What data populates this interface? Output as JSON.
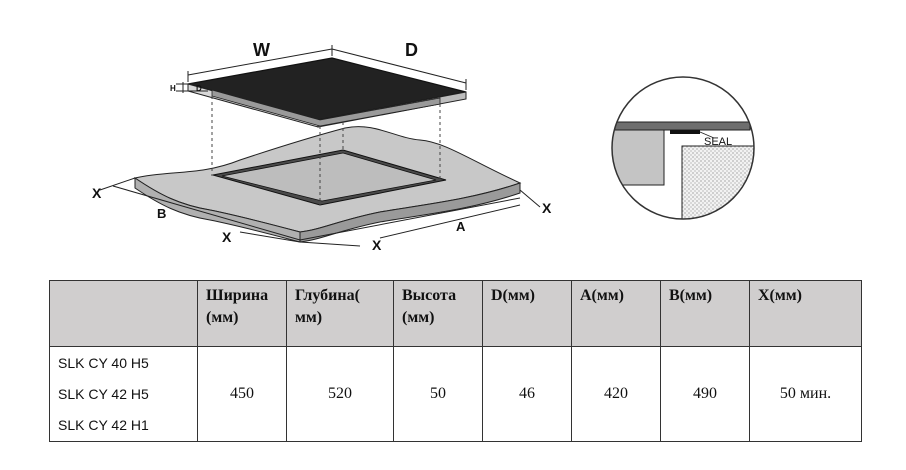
{
  "diagram": {
    "labels": {
      "w": "W",
      "d": "D",
      "h": "H",
      "d_small": "D",
      "a": "A",
      "b": "B",
      "x": "X"
    },
    "seal": "SEAL"
  },
  "table": {
    "headers": [
      "",
      "Ширина (мм)",
      "Глубина( мм)",
      "Высота (мм)",
      "D(мм)",
      "A(мм)",
      "B(мм)",
      "X(мм)"
    ],
    "models": [
      "SLK CY 40 H5",
      "SLK CY 42 H5",
      "SLK CY 42 H1"
    ],
    "values": [
      "450",
      "520",
      "50",
      "46",
      "420",
      "490",
      "50 мин."
    ]
  }
}
